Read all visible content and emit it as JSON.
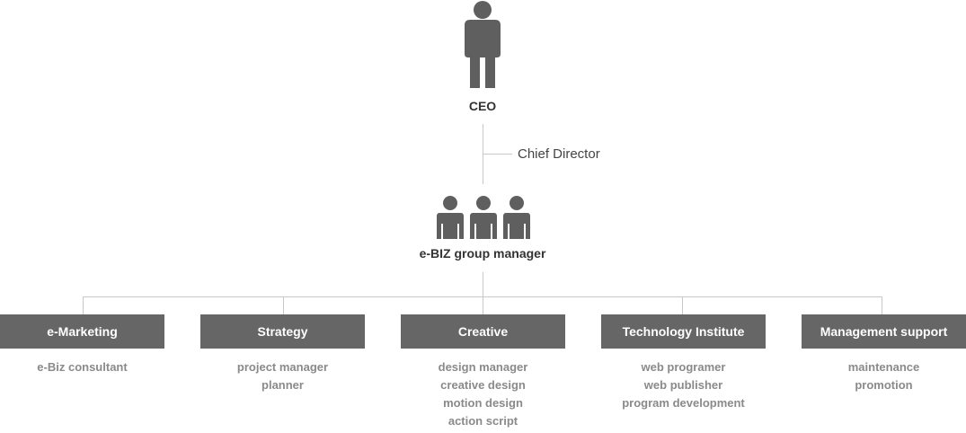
{
  "ceo": {
    "label": "CEO",
    "icon": "person-icon"
  },
  "chief_director": {
    "label": "Chief Director"
  },
  "group_manager": {
    "label": "e-BIZ group manager",
    "icon": "group-icon"
  },
  "colors": {
    "icon": "#5f5f5f",
    "dept_bg": "#666666",
    "line": "#c8c8c8",
    "role_text": "#8a8a8a"
  },
  "departments": [
    {
      "name": "e-Marketing",
      "roles": [
        "e-Biz consultant"
      ]
    },
    {
      "name": "Strategy",
      "roles": [
        "project manager",
        "planner"
      ]
    },
    {
      "name": "Creative",
      "roles": [
        "design manager",
        "creative design",
        "motion design",
        "action script"
      ]
    },
    {
      "name": "Technology Institute",
      "roles": [
        "web programer",
        "web publisher",
        "program development"
      ]
    },
    {
      "name": "Management support",
      "roles": [
        "maintenance",
        "promotion"
      ]
    }
  ]
}
